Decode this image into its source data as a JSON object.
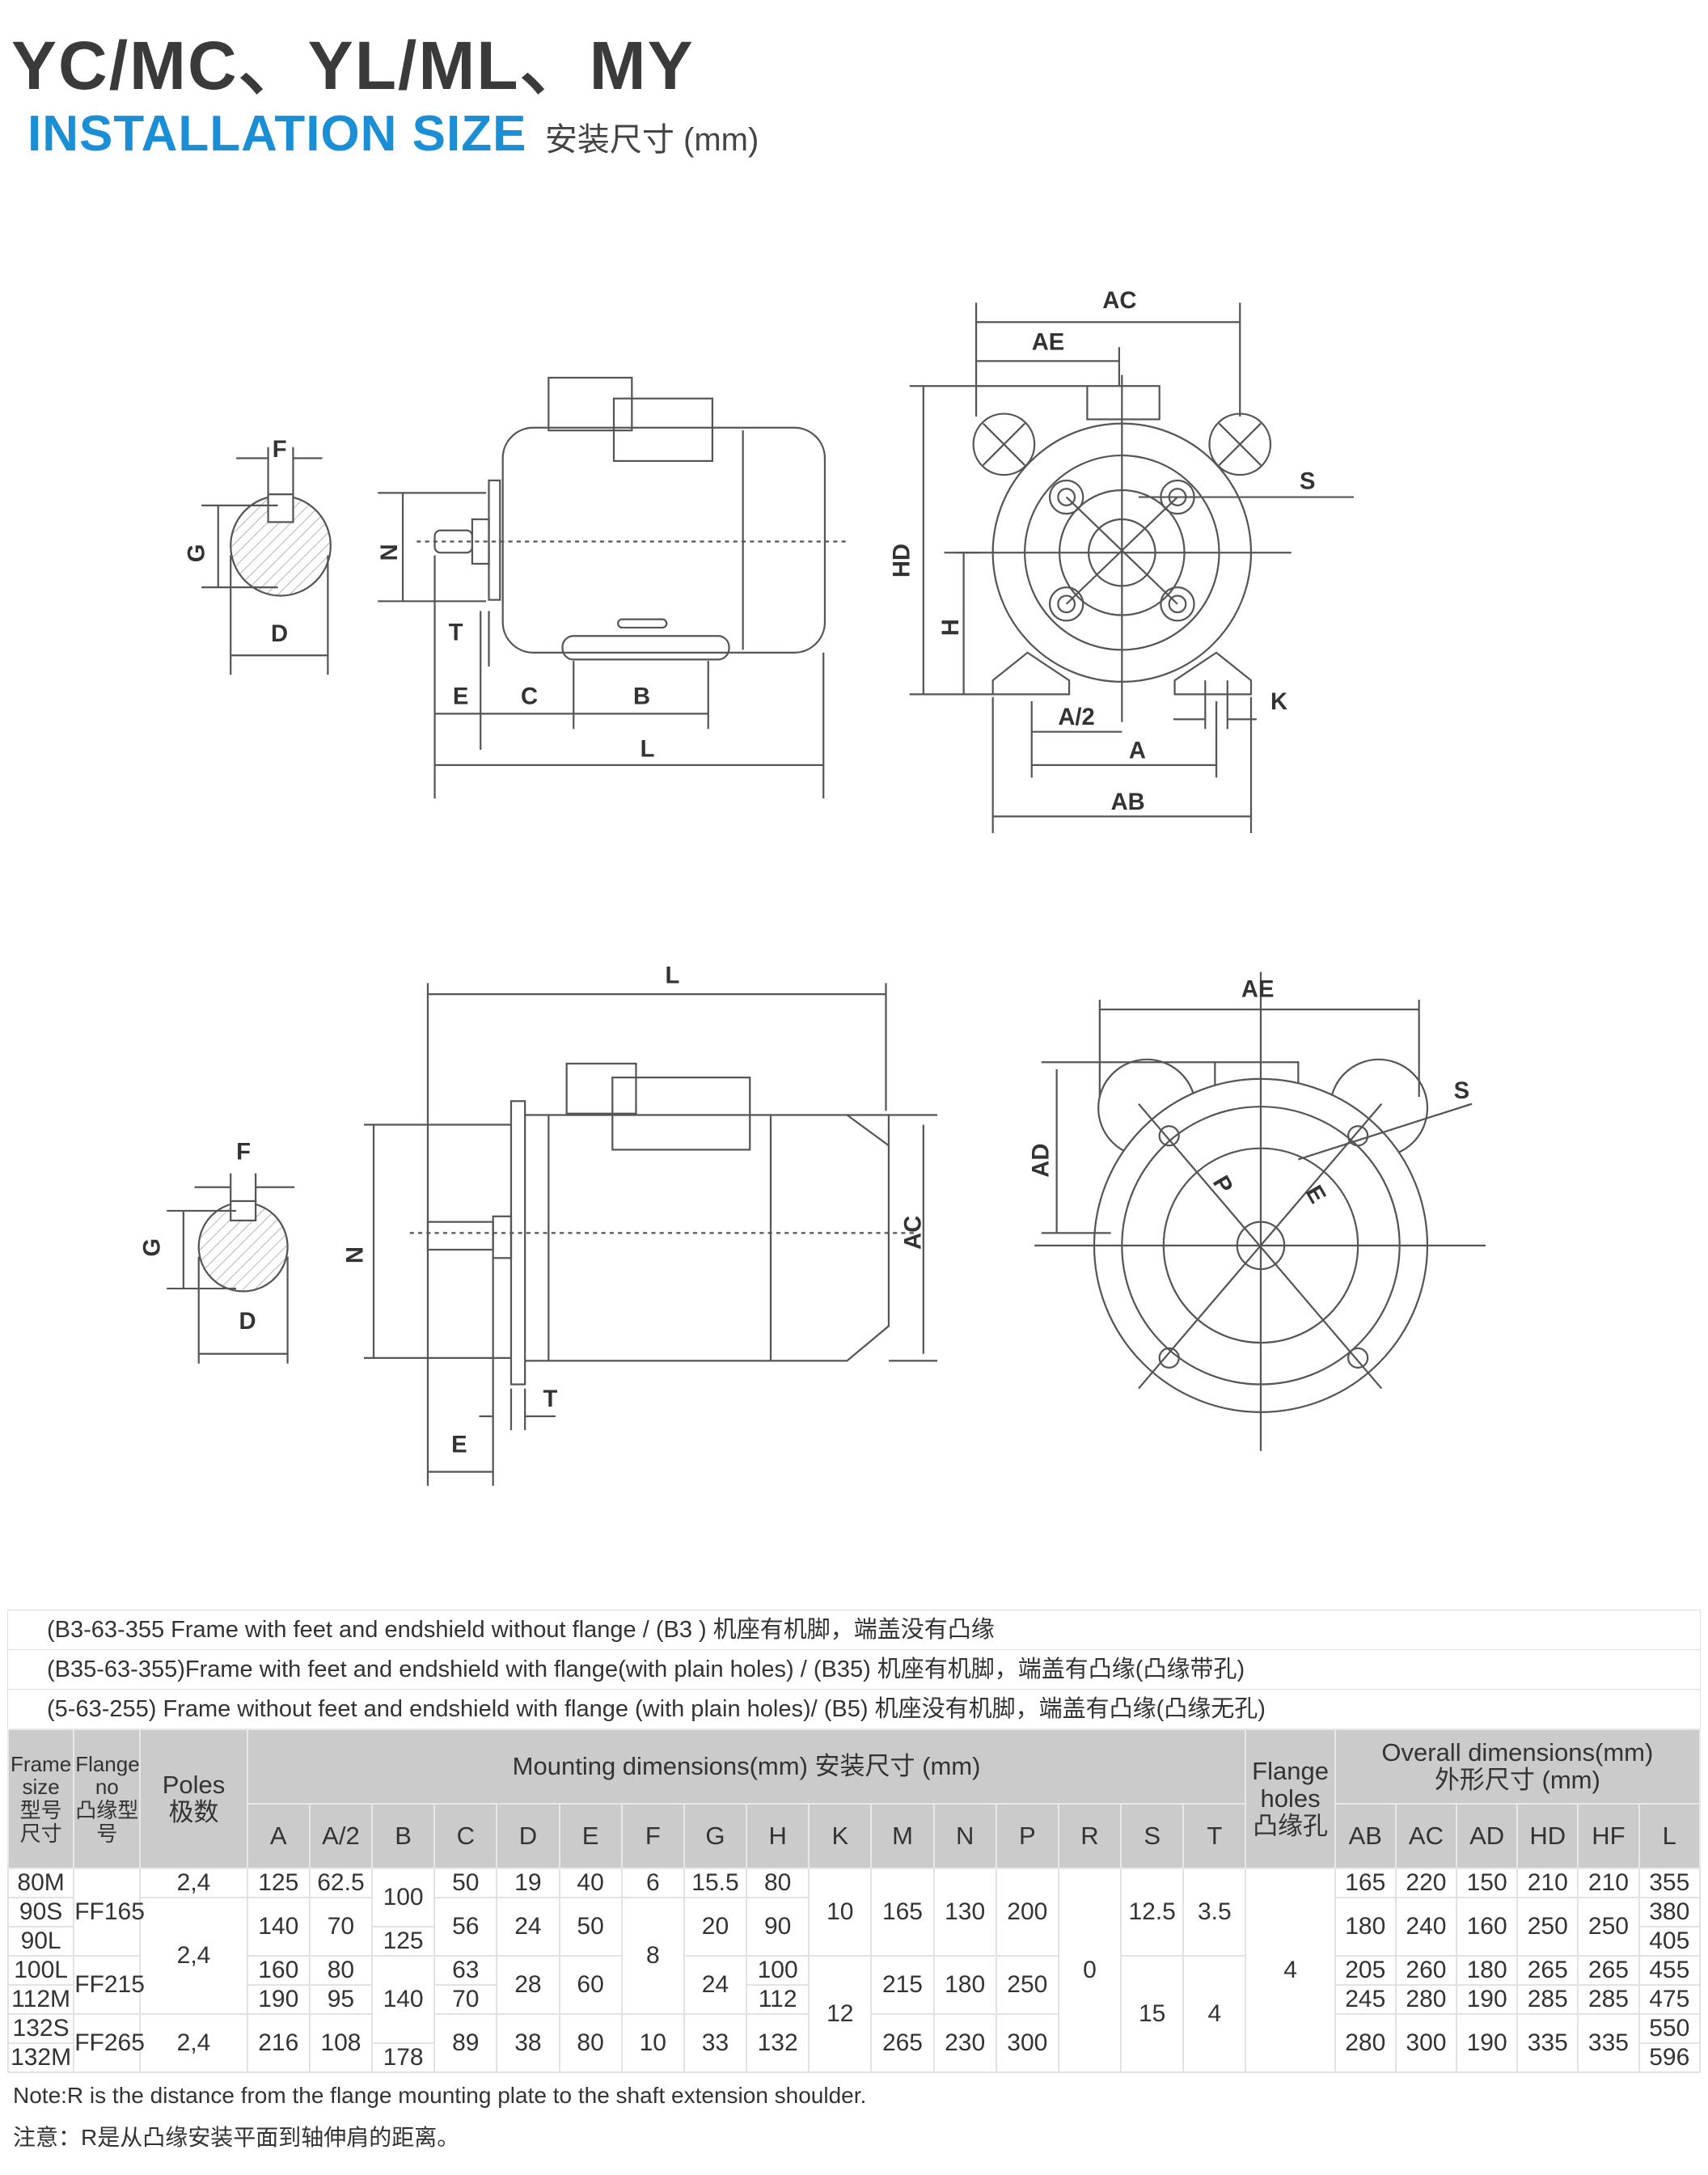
{
  "header": {
    "title": "YC/MC、YL/ML、MY",
    "subtitle_en": "INSTALLATION SIZE",
    "subtitle_cn": "安装尺寸 (mm)"
  },
  "drawings": {
    "top_key": {
      "F": "F",
      "G": "G",
      "D": "D"
    },
    "top_side": {
      "N": "N",
      "T": "T",
      "E": "E",
      "C": "C",
      "B": "B",
      "L": "L"
    },
    "top_front": {
      "AC": "AC",
      "AE": "AE",
      "S": "S",
      "HD": "HD",
      "H": "H",
      "A2": "A/2",
      "A": "A",
      "K": "K",
      "AB": "AB"
    },
    "bottom_key": {
      "F": "F",
      "G": "G",
      "D": "D"
    },
    "bottom_side": {
      "L": "L",
      "N": "N",
      "AC": "AC",
      "T": "T",
      "E": "E"
    },
    "bottom_front": {
      "AE": "AE",
      "S": "S",
      "AD": "AD",
      "P": "P",
      "E": "E"
    }
  },
  "table": {
    "captions": [
      "(B3-63-355 Frame with feet and endshield without flange / (B3 ) 机座有机脚，端盖没有凸缘",
      "(B35-63-355)Frame with feet and endshield with flange(with plain holes) / (B35) 机座有机脚，端盖有凸缘(凸缘带孔)",
      "(5-63-255) Frame without feet and endshield with flange (with plain holes)/ (B5) 机座没有机脚，端盖有凸缘(凸缘无孔)"
    ],
    "head": {
      "frame": "Frame size",
      "frame_cn": "型号尺寸",
      "flange": "Flange no",
      "flange_cn": "凸缘型号",
      "poles": "Poles",
      "poles_cn": "极数",
      "mounting": "Mounting dimensions(mm) 安装尺寸 (mm)",
      "flange_holes": "Flange holes",
      "flange_holes_cn": "凸缘孔",
      "overall": "Overall dimensions(mm)",
      "overall_cn": "外形尺寸 (mm)",
      "mounting_cols": [
        "A",
        "A/2",
        "B",
        "C",
        "D",
        "E",
        "F",
        "G",
        "H",
        "K",
        "M",
        "N",
        "P",
        "R",
        "S",
        "T"
      ],
      "overall_cols": [
        "AB",
        "AC",
        "AD",
        "HD",
        "HF",
        "L"
      ]
    },
    "rows": [
      [
        {
          "v": "80M"
        },
        {
          "v": "FF165",
          "rs": 3
        },
        {
          "v": "2,4"
        },
        {
          "v": "125"
        },
        {
          "v": "62.5"
        },
        {
          "v": "100",
          "rs": 2
        },
        {
          "v": "50"
        },
        {
          "v": "19"
        },
        {
          "v": "40"
        },
        {
          "v": "6"
        },
        {
          "v": "15.5"
        },
        {
          "v": "80"
        },
        {
          "v": "10",
          "rs": 3
        },
        {
          "v": "165",
          "rs": 3
        },
        {
          "v": "130",
          "rs": 3
        },
        {
          "v": "200",
          "rs": 3
        },
        {
          "v": "0",
          "rs": 7
        },
        {
          "v": "12.5",
          "rs": 3
        },
        {
          "v": "3.5",
          "rs": 3
        },
        {
          "v": "4",
          "rs": 7
        },
        {
          "v": "165"
        },
        {
          "v": "220"
        },
        {
          "v": "150"
        },
        {
          "v": "210"
        },
        {
          "v": "210"
        },
        {
          "v": "355"
        }
      ],
      [
        {
          "v": "90S"
        },
        {
          "v": "2,4",
          "rs": 4
        },
        {
          "v": "140",
          "rs": 2
        },
        {
          "v": "70",
          "rs": 2
        },
        {
          "v": "56",
          "rs": 2
        },
        {
          "v": "24",
          "rs": 2
        },
        {
          "v": "50",
          "rs": 2
        },
        {
          "v": "8",
          "rs": 4
        },
        {
          "v": "20",
          "rs": 2
        },
        {
          "v": "90",
          "rs": 2
        },
        {
          "v": "180",
          "rs": 2
        },
        {
          "v": "240",
          "rs": 2
        },
        {
          "v": "160",
          "rs": 2
        },
        {
          "v": "250",
          "rs": 2
        },
        {
          "v": "250",
          "rs": 2
        },
        {
          "v": "380"
        }
      ],
      [
        {
          "v": "90L"
        },
        {
          "v": "125"
        },
        {
          "v": "405"
        }
      ],
      [
        {
          "v": "100L"
        },
        {
          "v": "FF215",
          "rs": 2
        },
        {
          "v": "160"
        },
        {
          "v": "80"
        },
        {
          "v": "140",
          "rs": 3
        },
        {
          "v": "63"
        },
        {
          "v": "28",
          "rs": 2
        },
        {
          "v": "60",
          "rs": 2
        },
        {
          "v": "24",
          "rs": 2
        },
        {
          "v": "100"
        },
        {
          "v": "12",
          "rs": 4
        },
        {
          "v": "215",
          "rs": 2
        },
        {
          "v": "180",
          "rs": 2
        },
        {
          "v": "250",
          "rs": 2
        },
        {
          "v": "15",
          "rs": 4
        },
        {
          "v": "4",
          "rs": 4
        },
        {
          "v": "205"
        },
        {
          "v": "260"
        },
        {
          "v": "180"
        },
        {
          "v": "265"
        },
        {
          "v": "265"
        },
        {
          "v": "455"
        }
      ],
      [
        {
          "v": "112M"
        },
        {
          "v": "190"
        },
        {
          "v": "95"
        },
        {
          "v": "70"
        },
        {
          "v": "112"
        },
        {
          "v": "245"
        },
        {
          "v": "280"
        },
        {
          "v": "190"
        },
        {
          "v": "285"
        },
        {
          "v": "285"
        },
        {
          "v": "475"
        }
      ],
      [
        {
          "v": "132S"
        },
        {
          "v": "FF265",
          "rs": 2
        },
        {
          "v": "2,4",
          "rs": 2
        },
        {
          "v": "216",
          "rs": 2
        },
        {
          "v": "108",
          "rs": 2
        },
        {
          "v": "89",
          "rs": 2
        },
        {
          "v": "38",
          "rs": 2
        },
        {
          "v": "80",
          "rs": 2
        },
        {
          "v": "10",
          "rs": 2
        },
        {
          "v": "33",
          "rs": 2
        },
        {
          "v": "132",
          "rs": 2
        },
        {
          "v": "265",
          "rs": 2
        },
        {
          "v": "230",
          "rs": 2
        },
        {
          "v": "300",
          "rs": 2
        },
        {
          "v": "280",
          "rs": 2
        },
        {
          "v": "300",
          "rs": 2
        },
        {
          "v": "190",
          "rs": 2
        },
        {
          "v": "335",
          "rs": 2
        },
        {
          "v": "335",
          "rs": 2
        },
        {
          "v": "550"
        }
      ],
      [
        {
          "v": "132M"
        },
        {
          "v": "178"
        },
        {
          "v": "596"
        }
      ]
    ]
  },
  "notes": {
    "en": "Note:R is the distance from the flange mounting plate to the shaft extension shoulder.",
    "cn": "注意：R是从凸缘安装平面到轴伸肩的距离。"
  }
}
